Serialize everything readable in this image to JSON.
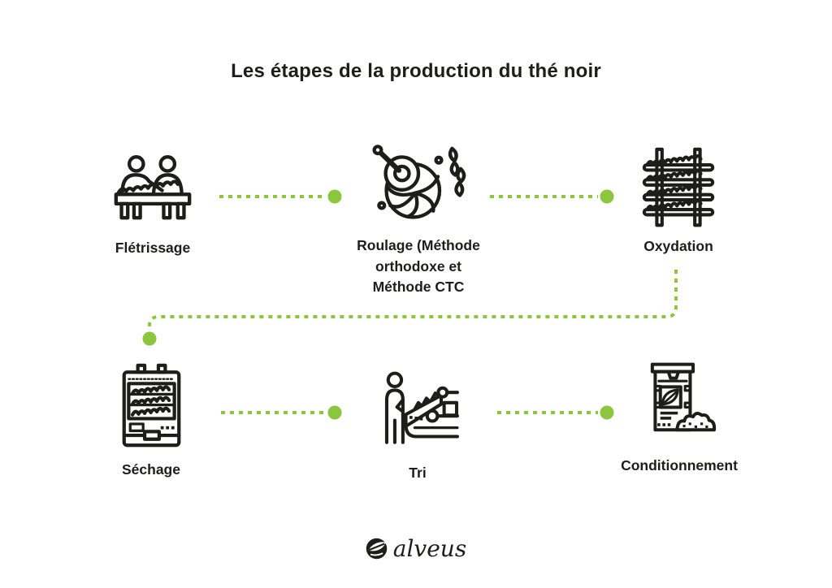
{
  "title": "Les étapes de la production du thé noir",
  "stages": [
    {
      "id": "fletrissage",
      "label": "Flétrissage",
      "icon": "withering-table-icon"
    },
    {
      "id": "roulage",
      "label": "Roulage (Méthode\northodoxe et\nMéthode CTC",
      "icon": "rolling-machine-icon"
    },
    {
      "id": "oxydation",
      "label": "Oxydation",
      "icon": "oxidation-rack-icon"
    },
    {
      "id": "sechage",
      "label": "Séchage",
      "icon": "drying-oven-icon"
    },
    {
      "id": "tri",
      "label": "Tri",
      "icon": "sorting-conveyor-icon"
    },
    {
      "id": "conditionnement",
      "label": "Conditionnement",
      "icon": "packaging-bag-icon"
    }
  ],
  "flow": [
    "Flétrissage → Roulage",
    "Roulage → Oxydation",
    "Oxydation → Séchage",
    "Séchage → Tri",
    "Tri → Conditionnement"
  ],
  "brand": {
    "name": "alveus",
    "logo_icon": "alveus-leaf-logo"
  },
  "colors": {
    "accent": "#8cc63f",
    "ink": "#1d1d1b",
    "background": "#ffffff"
  }
}
